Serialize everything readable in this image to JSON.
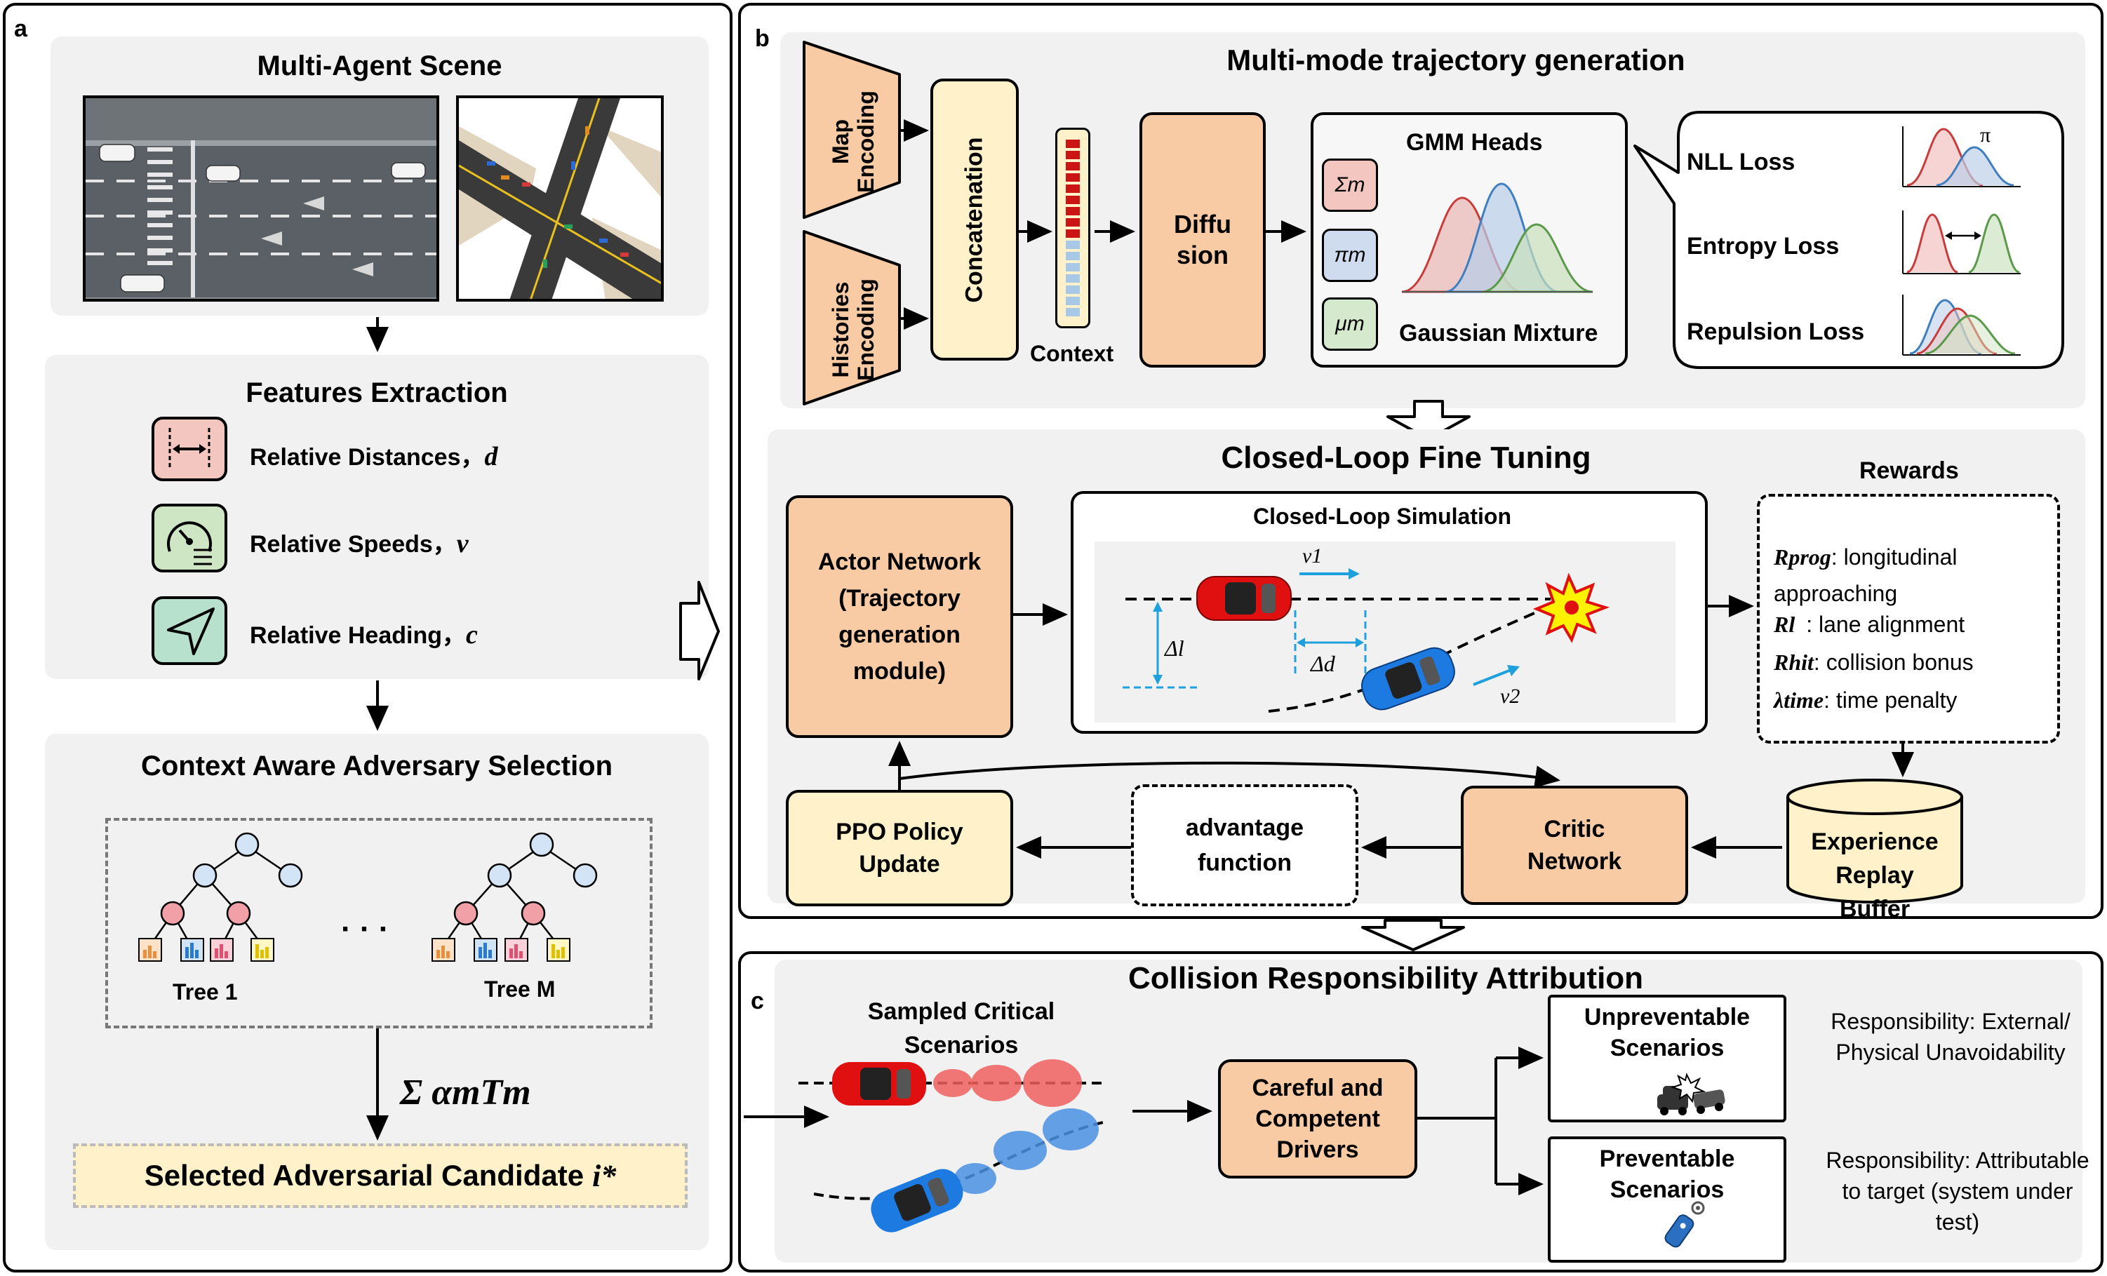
{
  "panels": {
    "a": "a",
    "b": "b",
    "c": "c"
  },
  "a": {
    "scene_title": "Multi-Agent Scene",
    "features_title": "Features Extraction",
    "features": [
      {
        "label": "Relative Distances，",
        "symbol": "d"
      },
      {
        "label": "Relative Speeds，",
        "symbol": "v"
      },
      {
        "label": "Relative Heading，",
        "symbol": "c"
      }
    ],
    "selection_title": "Context Aware Adversary Selection",
    "tree1": "Tree 1",
    "treeM": "Tree M",
    "dots": "· · ·",
    "sum_formula": "Σ αmTm",
    "candidate": "Selected Adversarial Candidate",
    "candidate_symbol": "i*"
  },
  "b": {
    "mm_title": "Multi-mode trajectory generation",
    "map_encoding": "Map Encoding",
    "histories_encoding": "Histories Encoding",
    "concatenation": "Concatenation",
    "context": "Context",
    "diffusion": "Diffu sion",
    "gmm_heads": "GMM Heads",
    "gaussian_mixture": "Gaussian Mixture",
    "sigma": "Σm",
    "pi": "πm",
    "mu": "μm",
    "nll": "NLL Loss",
    "entropy": "Entropy Loss",
    "repulsion": "Repulsion Loss",
    "pi_symbol": "π",
    "cl_title": "Closed-Loop Fine Tuning",
    "actor": "Actor Network (Trajectory generation module)",
    "sim_title": "Closed-Loop Simulation",
    "v1": "v1",
    "v2": "v2",
    "delta_l": "Δl",
    "delta_d": "Δd",
    "rewards_title": "Rewards",
    "rewards": [
      {
        "sym": "Rprog",
        "text": ": longitudinal approaching"
      },
      {
        "sym": "Rl",
        "text": ": lane alignment"
      },
      {
        "sym": "Rhit",
        "text": ": collision bonus"
      },
      {
        "sym": "λtime",
        "text": ": time penalty"
      }
    ],
    "ppo": "PPO Policy Update",
    "advantage": "advantage function",
    "critic": "Critic Network",
    "replay": "Experience Replay Buffer"
  },
  "c": {
    "title": "Collision Responsibility Attribution",
    "sampled": "Sampled Critical Scenarios",
    "careful": "Careful and Competent Drivers",
    "unpreventable": "Unpreventable Scenarios",
    "preventable": "Preventable Scenarios",
    "resp1": "Responsibility: External/ Physical Unavoidability",
    "resp2": "Responsibility: Attributable to target (system under test)"
  },
  "colors": {
    "peach": "#f8cba4",
    "cream": "#fff1c9",
    "panel_gray": "#f1f1f1",
    "red": "#c83c3c",
    "blue": "#3f7fbf",
    "green": "#5a9a4a",
    "arrow_cyan": "#1ea0dc"
  }
}
